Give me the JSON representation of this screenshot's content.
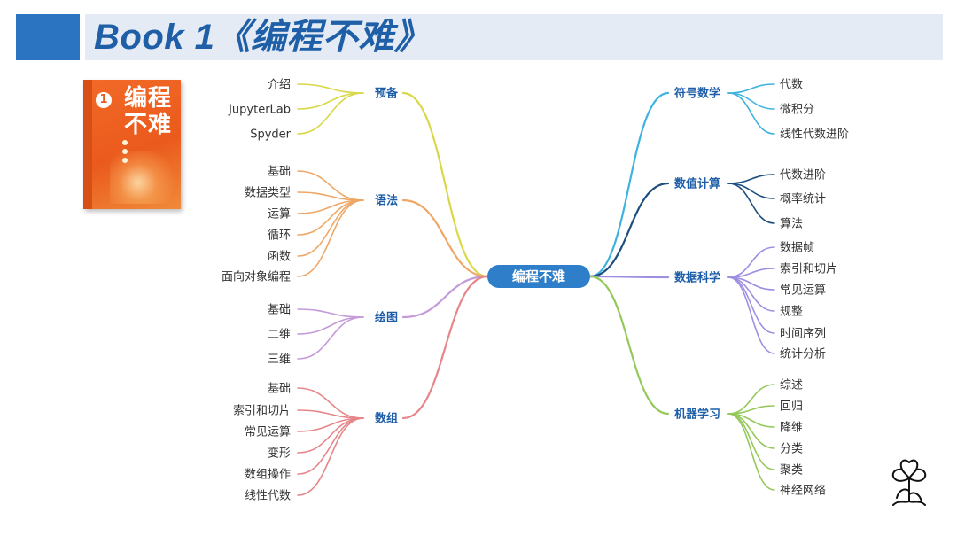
{
  "header": {
    "title": "Book 1《编程不难》"
  },
  "book_cover": {
    "number": "1",
    "title": "编程不难"
  },
  "mindmap": {
    "center": "编程不难",
    "left_branches": [
      {
        "label": "预备",
        "color": "#d8d84a",
        "items": [
          "介绍",
          "JupyterLab",
          "Spyder"
        ]
      },
      {
        "label": "语法",
        "color": "#eea766",
        "items": [
          "基础",
          "数据类型",
          "运算",
          "循环",
          "函数",
          "面向对象编程"
        ]
      },
      {
        "label": "绘图",
        "color": "#c49ad8",
        "items": [
          "基础",
          "二维",
          "三维"
        ]
      },
      {
        "label": "数组",
        "color": "#e6868a",
        "items": [
          "基础",
          "索引和切片",
          "常见运算",
          "变形",
          "数组操作",
          "线性代数"
        ]
      }
    ],
    "right_branches": [
      {
        "label": "符号数学",
        "color": "#3fb3e0",
        "items": [
          "代数",
          "微积分",
          "线性代数进阶"
        ]
      },
      {
        "label": "数值计算",
        "color": "#1d4e7e",
        "items": [
          "代数进阶",
          "概率统计",
          "算法"
        ]
      },
      {
        "label": "数据科学",
        "color": "#a08ee0",
        "items": [
          "数据帧",
          "索引和切片",
          "常见运算",
          "规整",
          "时间序列",
          "统计分析"
        ]
      },
      {
        "label": "机器学习",
        "color": "#94c95a",
        "items": [
          "综述",
          "回归",
          "降维",
          "分类",
          "聚类",
          "神经网络"
        ]
      }
    ]
  },
  "logo": {
    "icon": "iris-flower-icon"
  }
}
